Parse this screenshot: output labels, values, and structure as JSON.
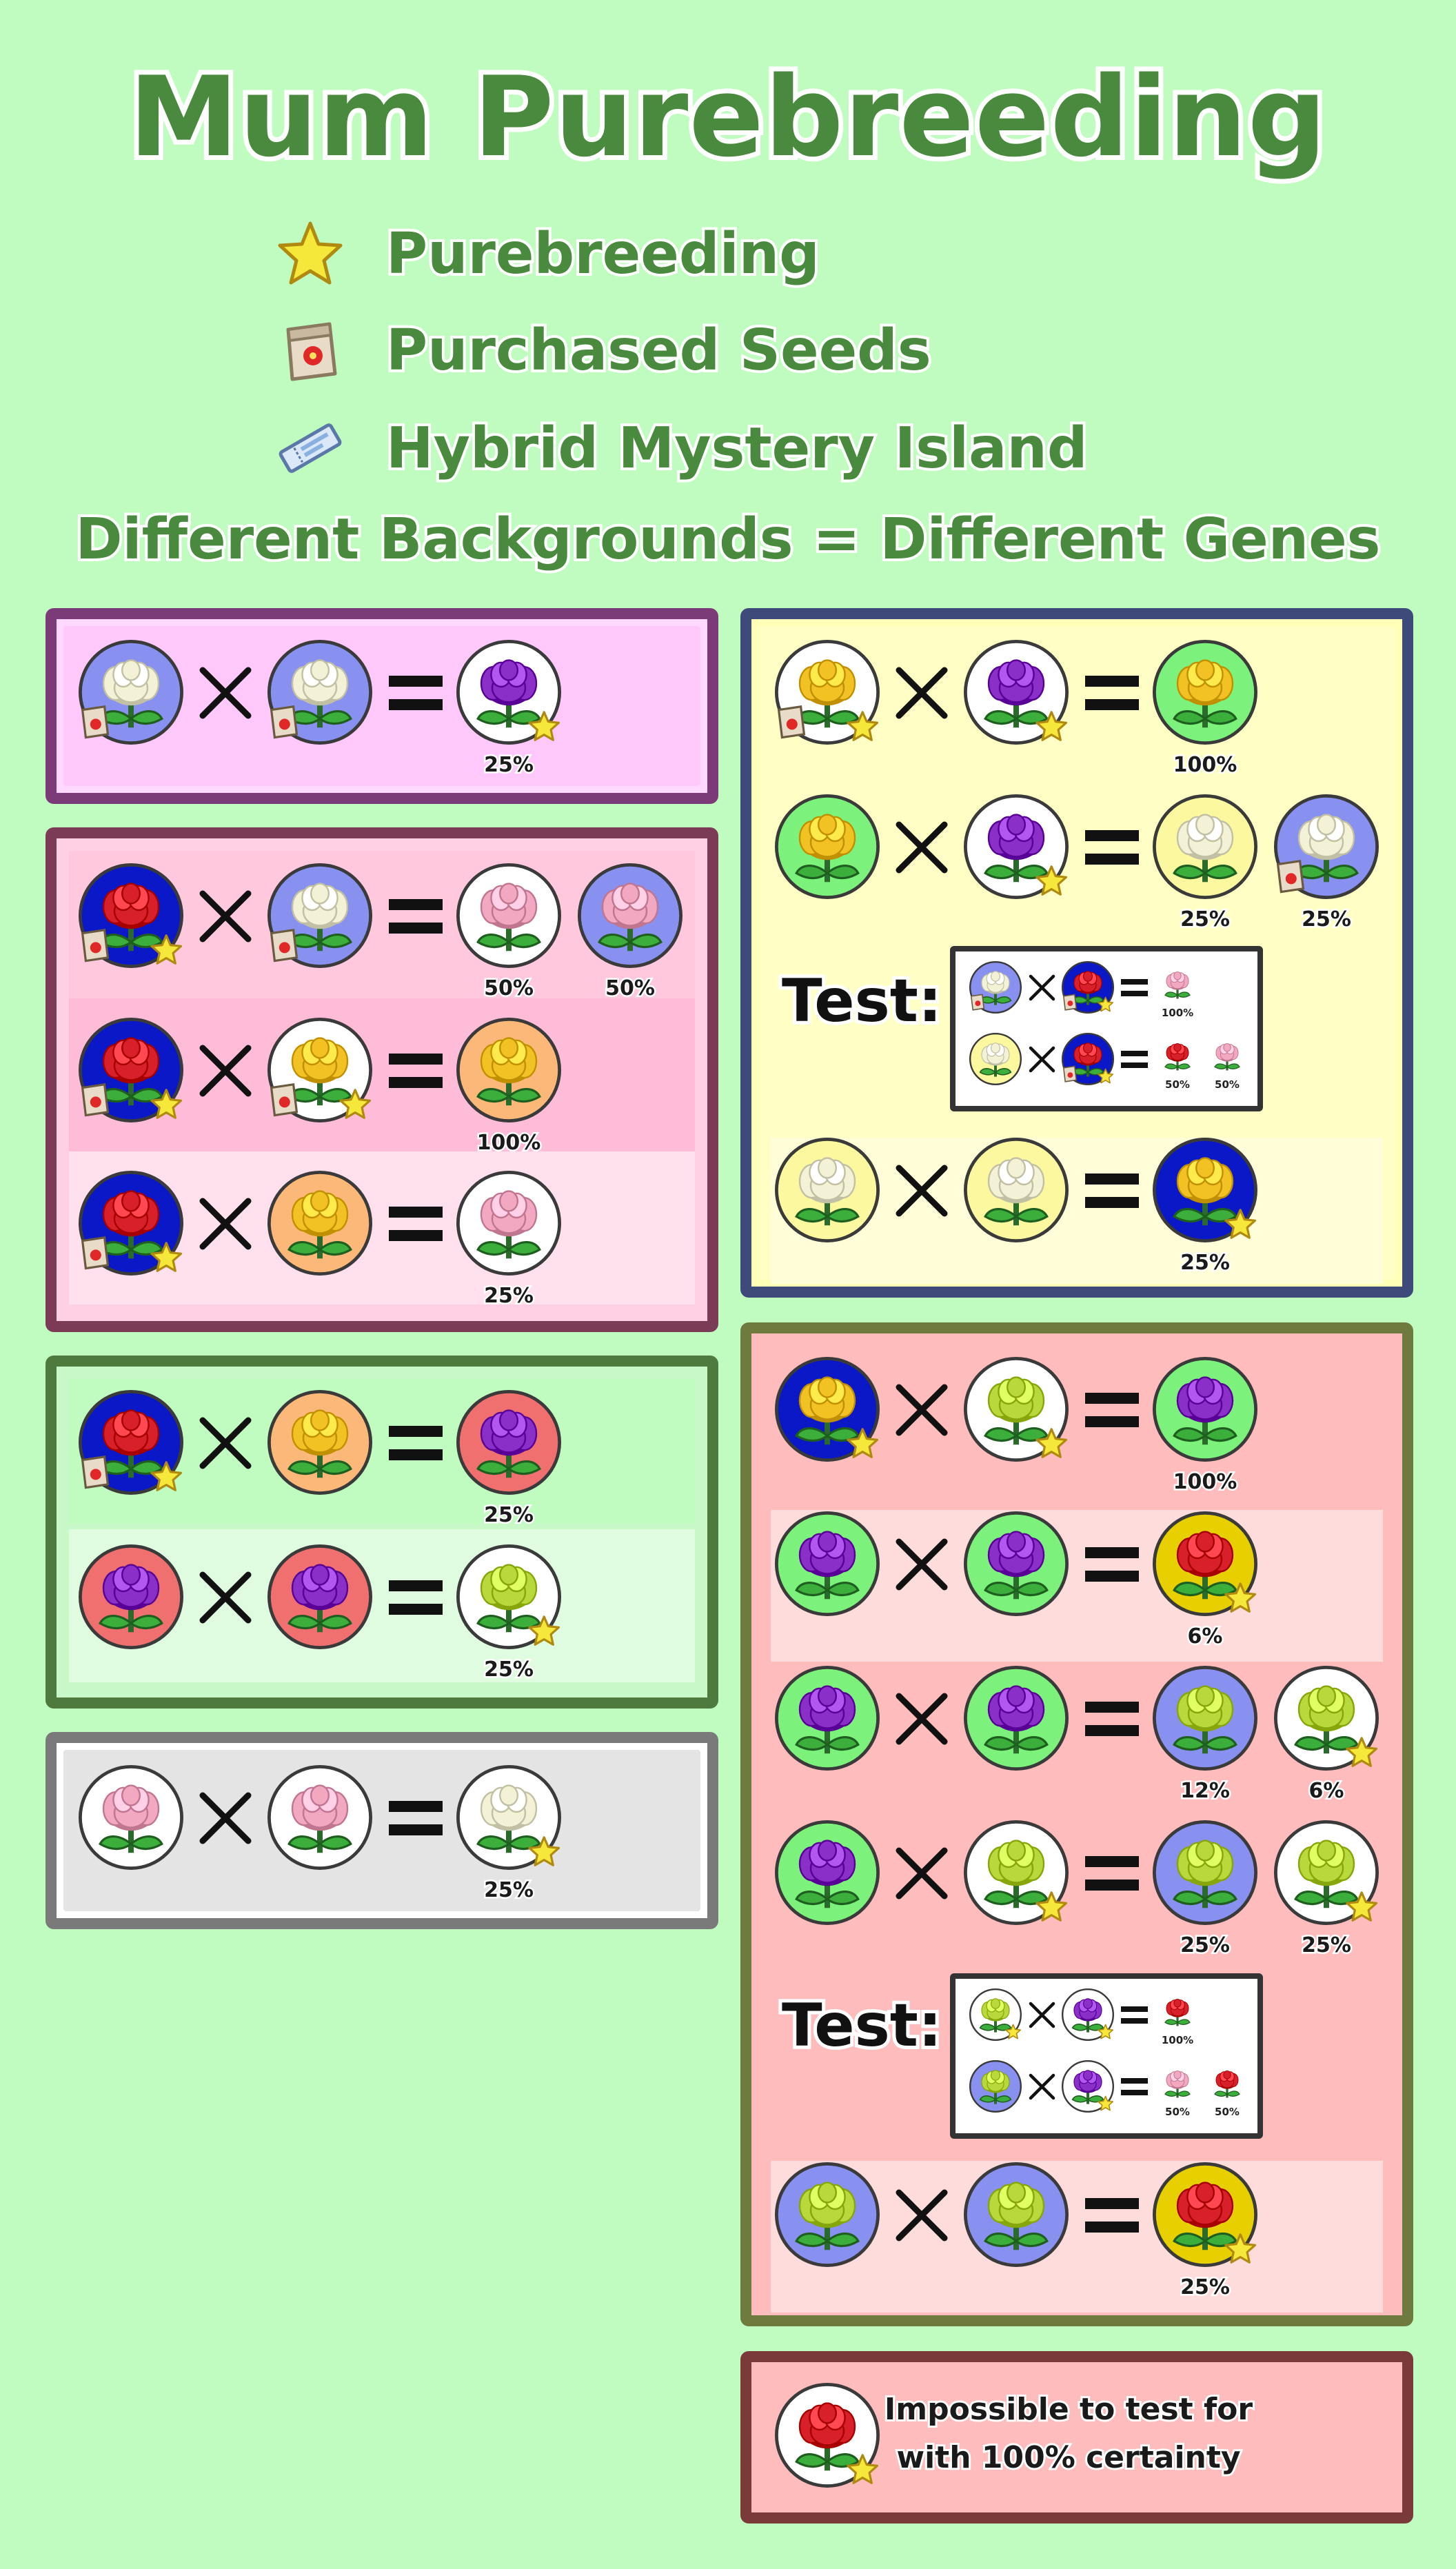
{
  "title": "Mum Purebreeding",
  "legend": [
    {
      "icon": "star-icon",
      "label": "Purebreeding"
    },
    {
      "icon": "seed-bag-icon",
      "label": "Purchased Seeds"
    },
    {
      "icon": "ticket-icon",
      "label": "Hybrid Mystery Island"
    }
  ],
  "subtitle": "Different Backgrounds = Different Genes",
  "test_label": "Test:",
  "note": {
    "line1": "Impossible to test for",
    "line2": "with 100% certainty"
  },
  "colors": {
    "page_bg": "#c0fcc0",
    "flower_white": "#f4f2d6",
    "flower_yellow": "#f2c224",
    "flower_red": "#d8202a",
    "flower_pink": "#f2a8c0",
    "flower_purple": "#8a30c8",
    "flower_green": "#b8d83c",
    "bg_white": "#ffffff",
    "bg_periwinkle": "#8890f0",
    "bg_blue": "#0a18c8",
    "bg_orange": "#fcb878",
    "bg_green": "#7cf27c",
    "bg_lightyellow": "#fcf8a0",
    "bg_coral": "#f07070",
    "bg_gold": "#e8d000"
  },
  "panels": {
    "white_panel": {
      "rows": [
        {
          "a": {
            "flower": "white",
            "bg": "periwinkle",
            "seed": true
          },
          "b": {
            "flower": "white",
            "bg": "periwinkle",
            "seed": true
          },
          "results": [
            {
              "flower": "purple",
              "bg": "white",
              "star": true,
              "pct": "25%"
            }
          ]
        }
      ]
    },
    "red_panel": {
      "rows": [
        {
          "a": {
            "flower": "red",
            "bg": "blue",
            "seed": true,
            "star": true
          },
          "b": {
            "flower": "white",
            "bg": "periwinkle",
            "seed": true
          },
          "results": [
            {
              "flower": "pink",
              "bg": "white",
              "pct": "50%"
            },
            {
              "flower": "pink",
              "bg": "periwinkle",
              "pct": "50%"
            }
          ]
        },
        {
          "a": {
            "flower": "red",
            "bg": "blue",
            "seed": true,
            "star": true
          },
          "b": {
            "flower": "yellow",
            "bg": "white",
            "seed": true,
            "star": true
          },
          "results": [
            {
              "flower": "yellow",
              "bg": "orange",
              "pct": "100%"
            }
          ]
        },
        {
          "a": {
            "flower": "red",
            "bg": "blue",
            "seed": true,
            "star": true
          },
          "b": {
            "flower": "yellow",
            "bg": "orange"
          },
          "results": [
            {
              "flower": "pink",
              "bg": "white",
              "pct": "25%"
            }
          ]
        }
      ]
    },
    "yellow_panel": {
      "rows": [
        {
          "a": {
            "flower": "yellow",
            "bg": "white",
            "seed": true,
            "star": true
          },
          "b": {
            "flower": "purple",
            "bg": "white",
            "star": true
          },
          "results": [
            {
              "flower": "yellow",
              "bg": "green",
              "pct": "100%"
            }
          ]
        },
        {
          "a": {
            "flower": "yellow",
            "bg": "green"
          },
          "b": {
            "flower": "purple",
            "bg": "white",
            "star": true
          },
          "results": [
            {
              "flower": "white",
              "bg": "lightyellow",
              "pct": "25%"
            },
            {
              "flower": "white",
              "bg": "periwinkle",
              "seed": true,
              "pct": "25%"
            }
          ]
        },
        {
          "a": {
            "flower": "white",
            "bg": "lightyellow"
          },
          "b": {
            "flower": "white",
            "bg": "lightyellow"
          },
          "results": [
            {
              "flower": "yellow",
              "bg": "blue",
              "star": true,
              "pct": "25%"
            }
          ]
        }
      ],
      "test": [
        {
          "a": {
            "flower": "white",
            "bg": "periwinkle",
            "seed": true
          },
          "b": {
            "flower": "red",
            "bg": "blue",
            "seed": true,
            "star": true
          },
          "results": [
            {
              "flower": "pink",
              "pct": "100%"
            }
          ]
        },
        {
          "a": {
            "flower": "white",
            "bg": "lightyellow"
          },
          "b": {
            "flower": "red",
            "bg": "blue",
            "seed": true,
            "star": true
          },
          "results": [
            {
              "flower": "red",
              "pct": "50%"
            },
            {
              "flower": "pink",
              "pct": "50%"
            }
          ]
        }
      ]
    },
    "orange_panel": {
      "rows": [
        {
          "a": {
            "flower": "red",
            "bg": "blue",
            "seed": true,
            "star": true
          },
          "b": {
            "flower": "yellow",
            "bg": "orange"
          },
          "results": [
            {
              "flower": "purple",
              "bg": "coral",
              "pct": "25%"
            }
          ]
        },
        {
          "a": {
            "flower": "purple",
            "bg": "coral"
          },
          "b": {
            "flower": "purple",
            "bg": "coral"
          },
          "results": [
            {
              "flower": "green",
              "bg": "white",
              "star": true,
              "pct": "25%"
            }
          ]
        }
      ]
    },
    "pink_panel": {
      "rows": [
        {
          "a": {
            "flower": "pink",
            "bg": "white"
          },
          "b": {
            "flower": "pink",
            "bg": "white"
          },
          "results": [
            {
              "flower": "white",
              "bg": "white",
              "star": true,
              "pct": "25%"
            }
          ]
        }
      ]
    },
    "purple_panel": {
      "rows": [
        {
          "a": {
            "flower": "yellow",
            "bg": "blue",
            "star": true
          },
          "b": {
            "flower": "green",
            "bg": "white",
            "star": true
          },
          "results": [
            {
              "flower": "purple",
              "bg": "green",
              "pct": "100%"
            }
          ]
        },
        {
          "a": {
            "flower": "purple",
            "bg": "green"
          },
          "b": {
            "flower": "purple",
            "bg": "green"
          },
          "results": [
            {
              "flower": "red",
              "bg": "gold",
              "star": true,
              "pct": "6%"
            }
          ]
        },
        {
          "a": {
            "flower": "purple",
            "bg": "green"
          },
          "b": {
            "flower": "purple",
            "bg": "green"
          },
          "results": [
            {
              "flower": "green",
              "bg": "periwinkle",
              "pct": "12%"
            },
            {
              "flower": "green",
              "bg": "white",
              "star": true,
              "pct": "6%"
            }
          ]
        },
        {
          "a": {
            "flower": "purple",
            "bg": "green"
          },
          "b": {
            "flower": "green",
            "bg": "white",
            "star": true
          },
          "results": [
            {
              "flower": "green",
              "bg": "periwinkle",
              "pct": "25%"
            },
            {
              "flower": "green",
              "bg": "white",
              "star": true,
              "pct": "25%"
            }
          ]
        },
        {
          "a": {
            "flower": "green",
            "bg": "periwinkle"
          },
          "b": {
            "flower": "green",
            "bg": "periwinkle"
          },
          "results": [
            {
              "flower": "red",
              "bg": "gold",
              "star": true,
              "pct": "25%"
            }
          ]
        }
      ],
      "test": [
        {
          "a": {
            "flower": "green",
            "bg": "white",
            "star": true
          },
          "b": {
            "flower": "purple",
            "bg": "white",
            "star": true
          },
          "results": [
            {
              "flower": "red",
              "pct": "100%"
            }
          ]
        },
        {
          "a": {
            "flower": "green",
            "bg": "periwinkle"
          },
          "b": {
            "flower": "purple",
            "bg": "white",
            "star": true
          },
          "results": [
            {
              "flower": "pink",
              "pct": "50%"
            },
            {
              "flower": "red",
              "pct": "50%"
            }
          ]
        }
      ]
    },
    "note_panel": {
      "flower": {
        "flower": "red",
        "bg": "white",
        "star": true
      }
    }
  }
}
